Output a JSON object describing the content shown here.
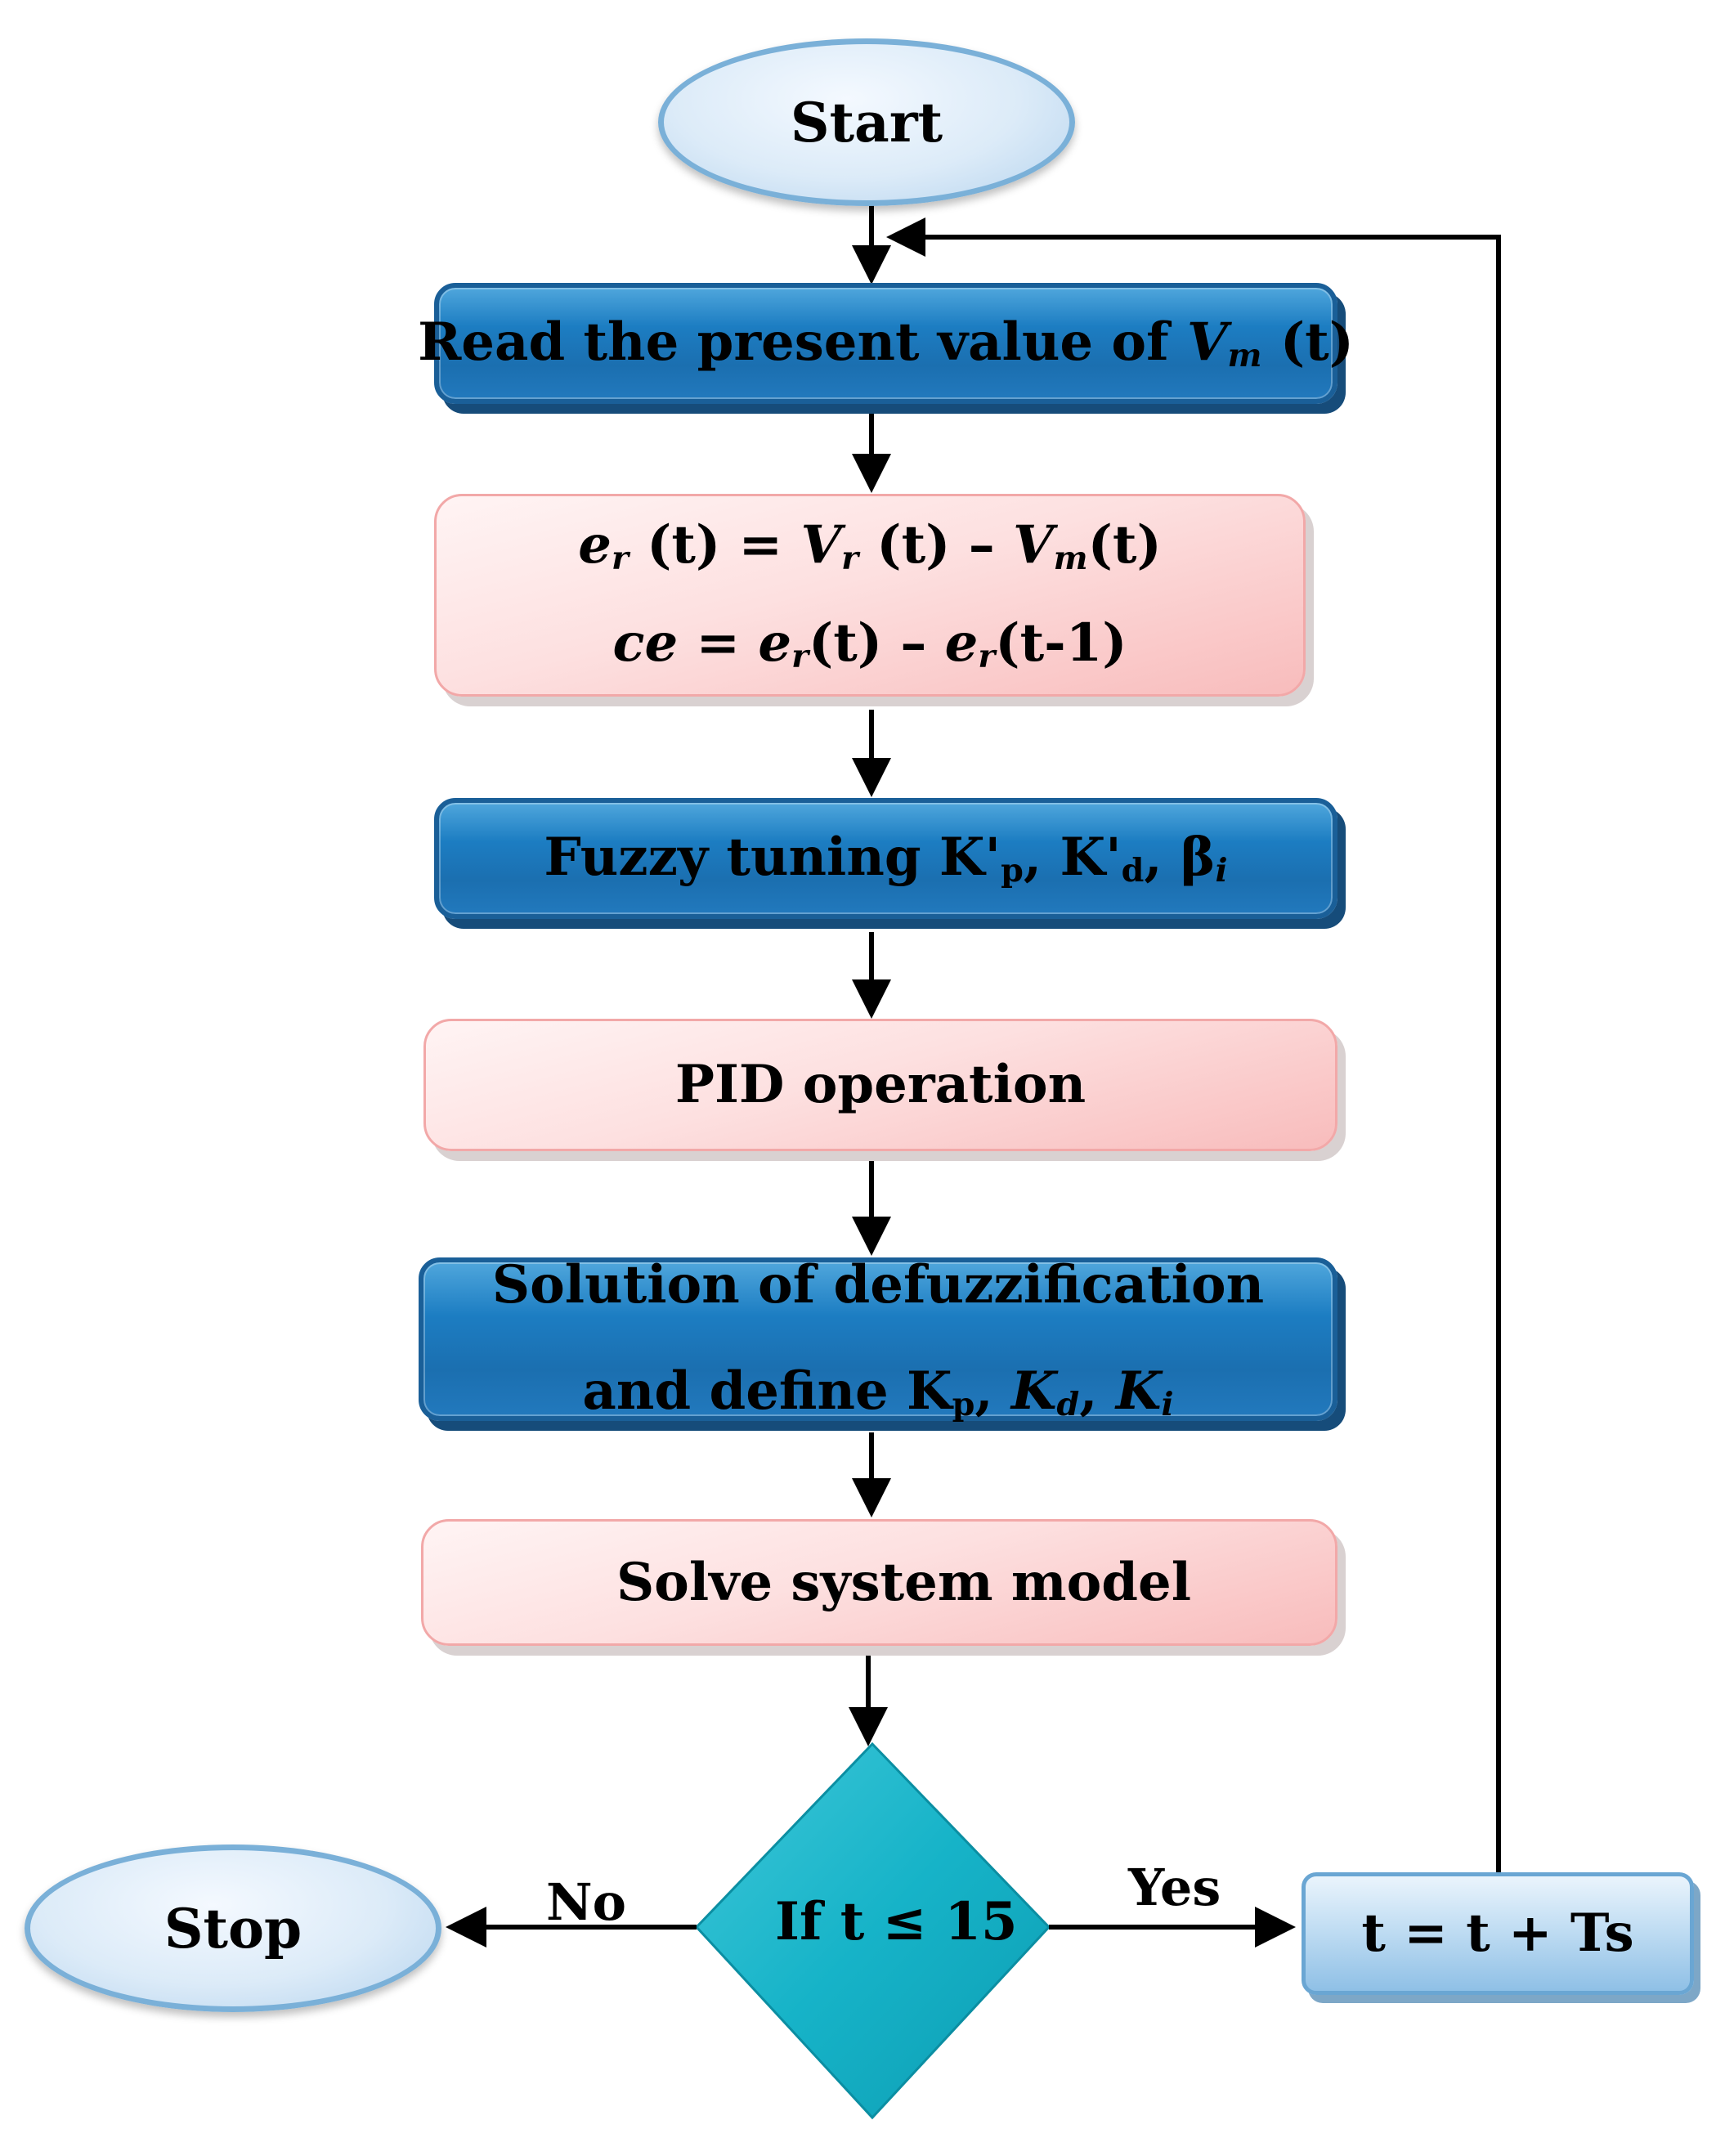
{
  "nodes": {
    "start": "Start",
    "read": {
      "text": "Read the present value of ",
      "var": "V",
      "sub": "m",
      "tail": " (t)"
    },
    "error_line1": {
      "e": "e",
      "e_sub": "r",
      "a": " (t) = ",
      "v1": "V",
      "v1_sub": "r",
      "b": " (t) – ",
      "v2": "V",
      "v2_sub": "m",
      "c": "(t)"
    },
    "error_line2": {
      "ce": "ce",
      "eq": " = ",
      "e1": "e",
      "e1_sub": "r",
      "mid": "(t) – ",
      "e2": "e",
      "e2_sub": "r",
      "end": "(t-1)"
    },
    "fuzzy": {
      "text": "Fuzzy tuning K'",
      "kp_sub": "p",
      "mid": ", K'",
      "kd_sub": "d",
      "sep": ", β",
      "beta_sub": "i"
    },
    "pid": "PID operation",
    "defuzz_line1": "Solution of defuzzification",
    "defuzz_line2": {
      "text": "and define K",
      "kp_sub": "p",
      "sep1": ", ",
      "kd": "K",
      "kd_sub": "d",
      "sep2": ", ",
      "ki": "K",
      "ki_sub": "i"
    },
    "solve": "Solve system model",
    "decision": "If t ≤ 15",
    "update": "t = t + Ts",
    "stop": "Stop"
  },
  "edges": {
    "no_label": "No",
    "yes_label": "Yes"
  },
  "colors": {
    "blue_box": "#1c7dc2",
    "pink_box": "#fde0e0",
    "diamond": "#16b8cf",
    "oval": "#dcebf8",
    "arrow": "#000000"
  }
}
